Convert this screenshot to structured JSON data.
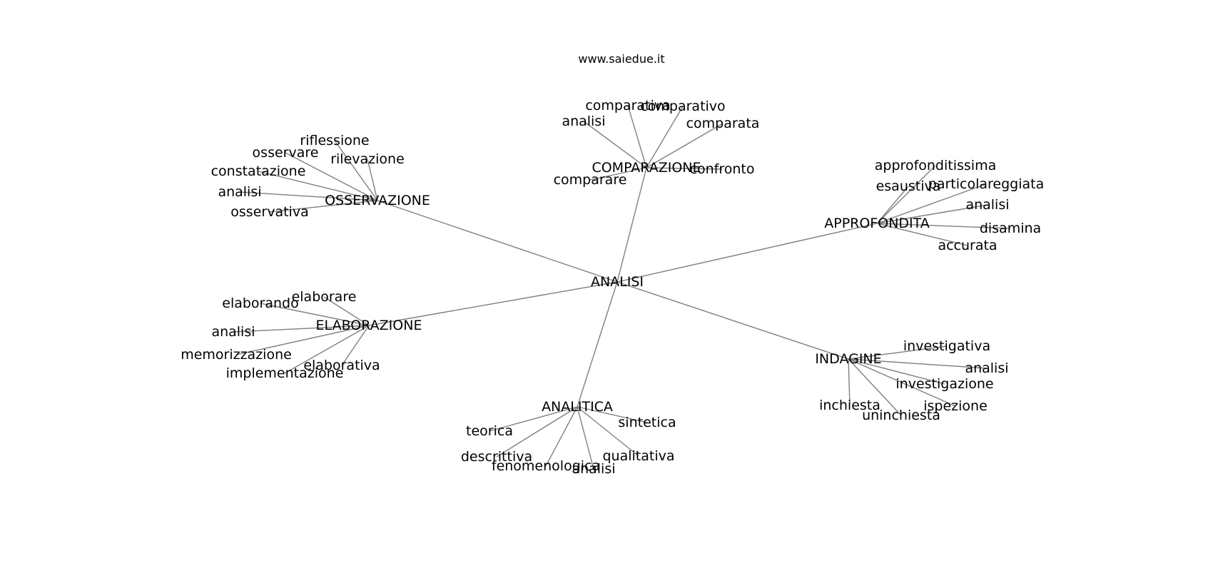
{
  "title": "www.saiedue.it",
  "root": "ANALISI",
  "branches": [
    {
      "label": "OSSERVAZIONE",
      "leaves": [
        "riflessione",
        "osservare",
        "rilevazione",
        "constatazione",
        "analisi",
        "osservativa"
      ]
    },
    {
      "label": "COMPARAZIONE",
      "leaves": [
        "comparativa",
        "comparativo",
        "analisi",
        "comparata",
        "comparare",
        "confronto"
      ]
    },
    {
      "label": "APPROFONDITA",
      "leaves": [
        "approfonditissima",
        "esaustiva",
        "particolareggiata",
        "analisi",
        "disamina",
        "accurata"
      ]
    },
    {
      "label": "ELABORAZIONE",
      "leaves": [
        "elaborare",
        "elaborando",
        "analisi",
        "memorizzazione",
        "elaborativa",
        "implementazione"
      ]
    },
    {
      "label": "INDAGINE",
      "leaves": [
        "investigativa",
        "analisi",
        "investigazione",
        "ispezione",
        "inchiesta",
        "uninchiesta"
      ]
    },
    {
      "label": "ANALITICA",
      "leaves": [
        "teorica",
        "sintetica",
        "descrittiva",
        "qualitativa",
        "fenomenologica",
        "analisi"
      ]
    }
  ]
}
